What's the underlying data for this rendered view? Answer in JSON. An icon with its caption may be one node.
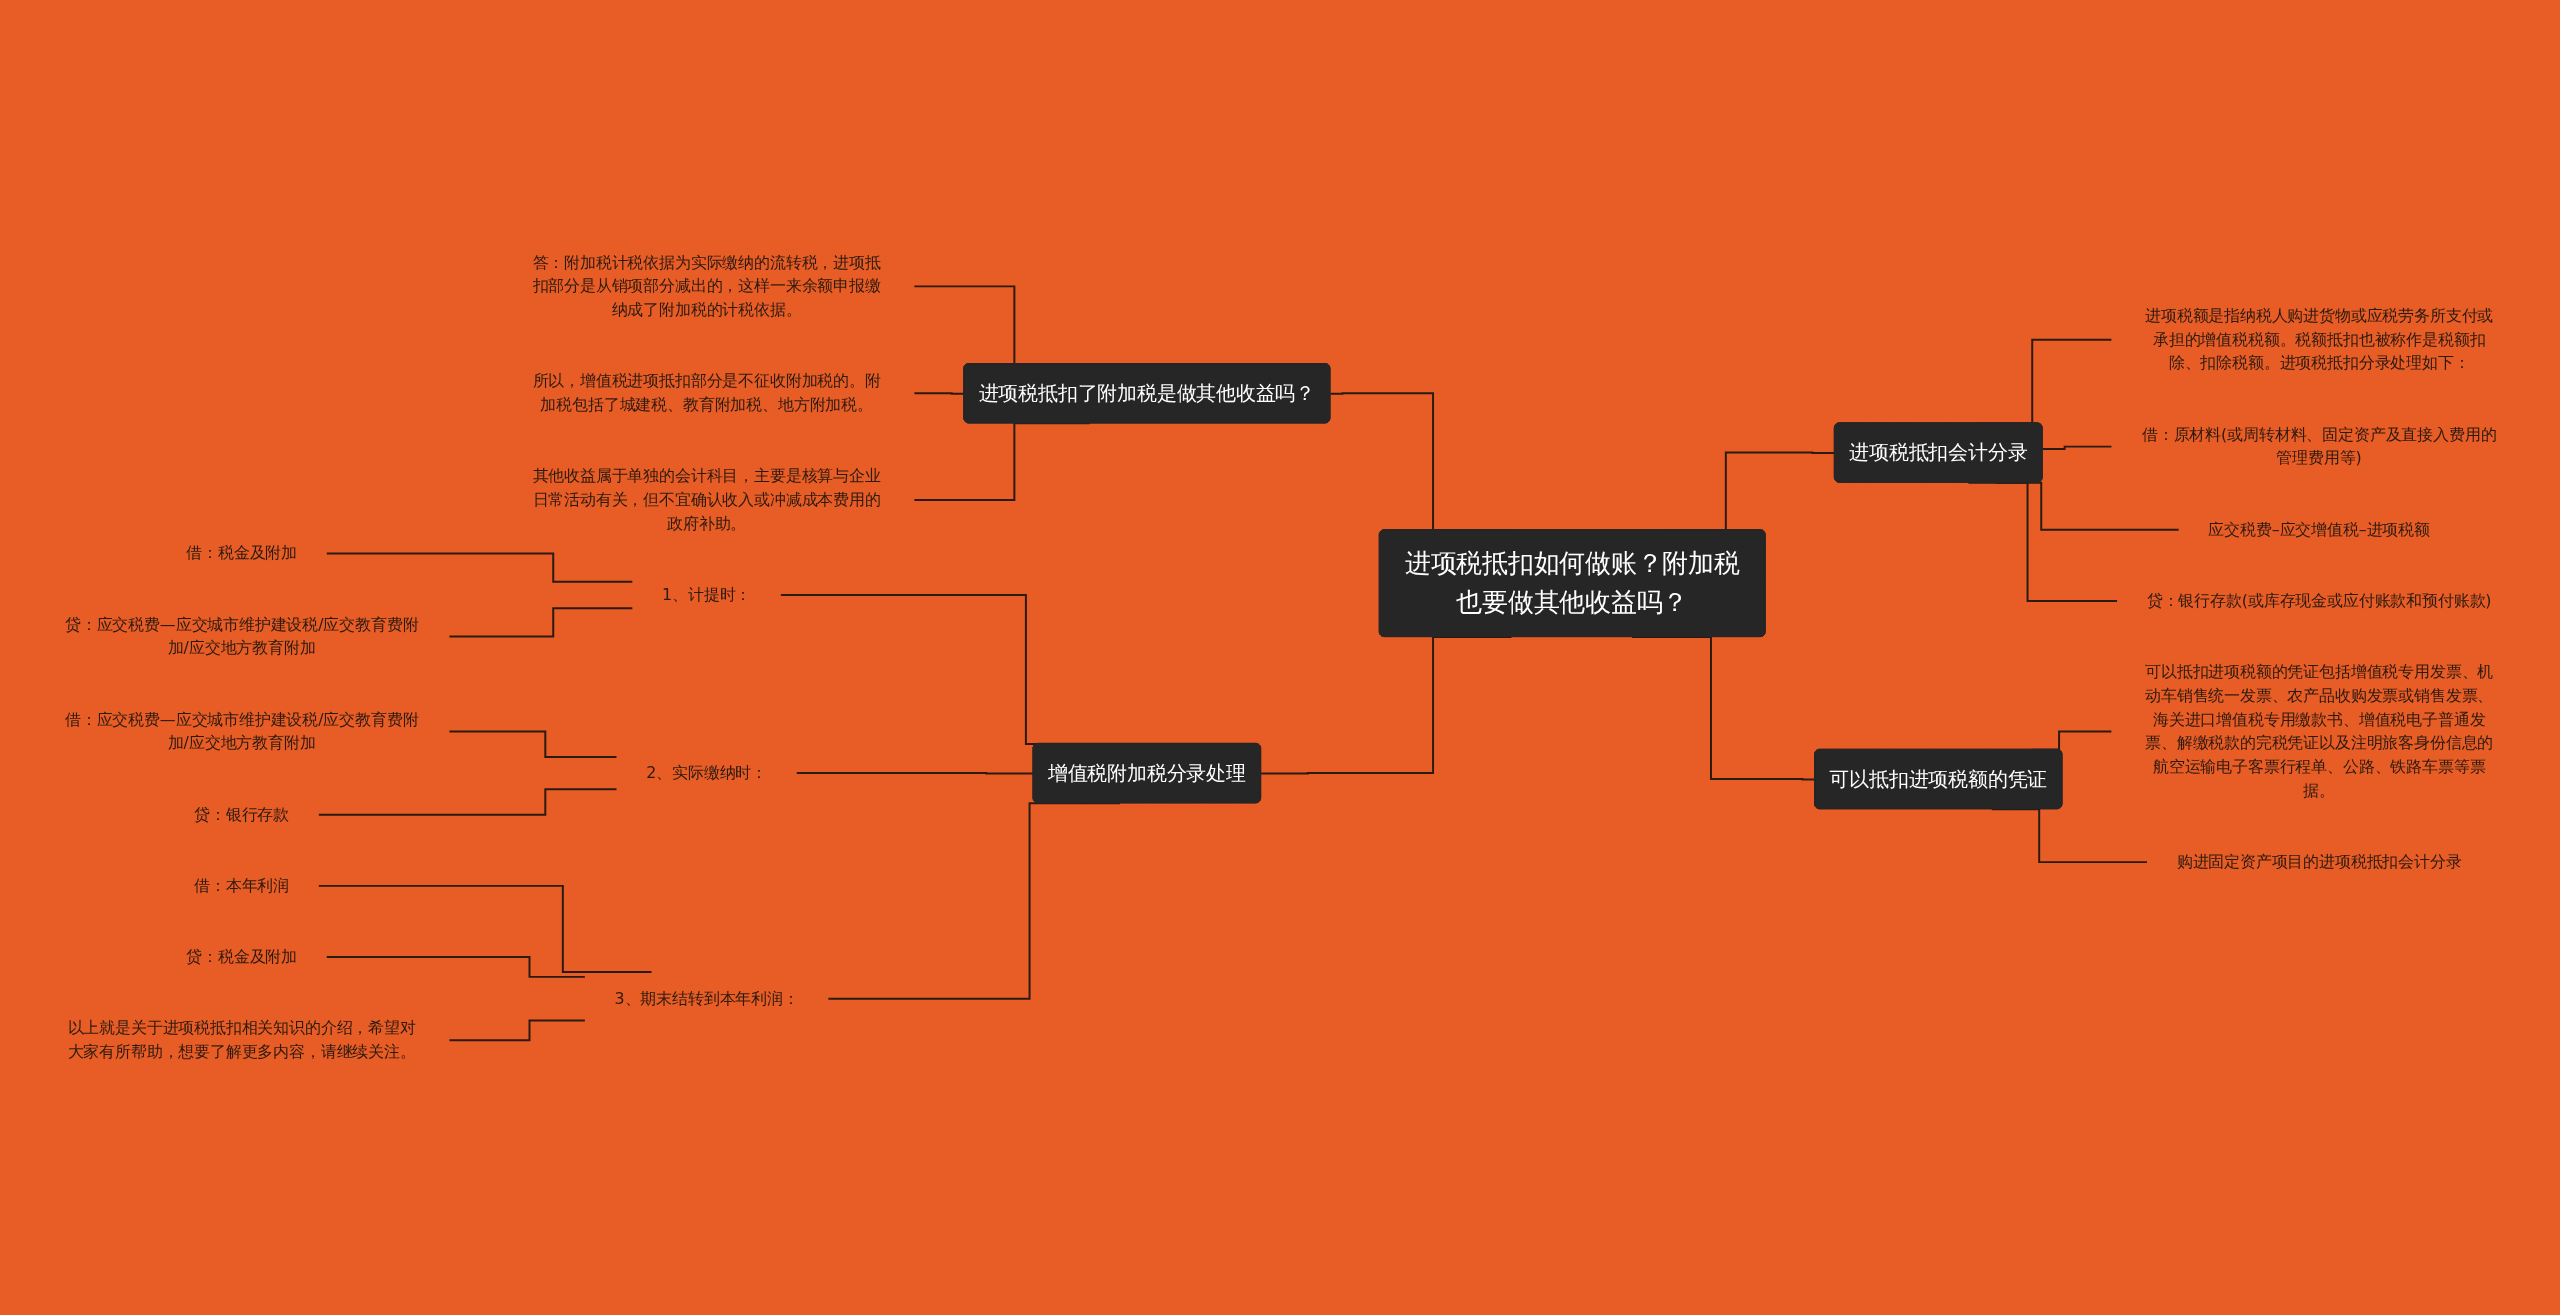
{
  "diagram": {
    "nodes": [
      {
        "text": [
          "进项税抵扣如何做账？附加税也要做其他收益吗？"
        ]
      },
      {
        "text": [
          "进项税抵扣了附加税是做其他收益吗？"
        ]
      },
      {
        "text": [
          "答：附加税计税依据为实际缴纳的流转税，进项抵扣部分是从销项部分减出的，这样一来余额申报缴纳成了附加税的计税依据。"
        ]
      },
      {
        "text": [
          "所以，增值税进项抵扣部分是不征收附加税的。附加税包括了城建税、教育附加税、地方附加税。"
        ]
      },
      {
        "text": [
          "其他收益属于单独的会计科目，主要是核算与企业日常活动有关，但不宜确认收入或冲减成本费用的政府补助。"
        ]
      },
      {
        "text": [
          "增值税附加税分录处理"
        ]
      },
      {
        "text": [
          "1、计提时："
        ]
      },
      {
        "text": [
          "借：税金及附加"
        ]
      },
      {
        "text": [
          "贷：应交税费—应交城市维护建设税/应交教育费附加/应交地方教育附加"
        ]
      },
      {
        "text": [
          "2、实际缴纳时："
        ]
      },
      {
        "text": [
          "借：应交税费—应交城市维护建设税/应交教育费附加/应交地方教育附加"
        ]
      },
      {
        "text": [
          "贷：银行存款"
        ]
      },
      {
        "text": [
          "3、期末结转到本年利润："
        ]
      },
      {
        "text": [
          "借：本年利润"
        ]
      },
      {
        "text": [
          "贷：税金及附加"
        ]
      },
      {
        "text": [
          "以上就是关于进项税抵扣相关知识的介绍，希望对大家有所帮助，想要了解更多内容，请继续关注。"
        ]
      },
      {
        "text": [
          "进项税抵扣会计分录"
        ]
      },
      {
        "text": [
          "进项税额是指纳税人购进货物或应税劳务所支付或承担的增值税税额。税额抵扣也被称作是税额扣除、扣除税额。进项税抵扣分录处理如下："
        ]
      },
      {
        "text": [
          "借：原材料(或周转材料、固定资产及直接入费用的管理费用等)"
        ]
      },
      {
        "text": [
          "应交税费–应交增值税–进项税额"
        ]
      },
      {
        "text": [
          "贷：银行存款(或库存现金或应付账款和预付账款)"
        ]
      },
      {
        "text": [
          "可以抵扣进项税额的凭证"
        ]
      },
      {
        "text": [
          "可以抵扣进项税额的凭证包括增值税专用发票、机动车销售统一发票、农产品收购发票或销售发票、海关进口增值税专用缴款书、增值税电子普通发票、解缴税款的完税凭证以及注明旅客身份信息的航空运输电子客票行程单、公路、铁路车票等票据。"
        ]
      },
      {
        "text": [
          "购进固定资产项目的进项税抵扣会计分录"
        ]
      }
    ],
    "edges": [
      {
        "from": 0,
        "to": 1,
        "arrow": "none"
      },
      {
        "from": 1,
        "to": 2,
        "arrow": "none"
      },
      {
        "from": 1,
        "to": 3,
        "arrow": "none"
      },
      {
        "from": 1,
        "to": 4,
        "arrow": "none"
      },
      {
        "from": 0,
        "to": 5,
        "arrow": "none"
      },
      {
        "from": 5,
        "to": 6,
        "arrow": "none"
      },
      {
        "from": 6,
        "to": 7,
        "arrow": "none"
      },
      {
        "from": 6,
        "to": 8,
        "arrow": "none"
      },
      {
        "from": 5,
        "to": 9,
        "arrow": "none"
      },
      {
        "from": 9,
        "to": 10,
        "arrow": "none"
      },
      {
        "from": 9,
        "to": 11,
        "arrow": "none"
      },
      {
        "from": 5,
        "to": 12,
        "arrow": "none"
      },
      {
        "from": 12,
        "to": 13,
        "arrow": "none"
      },
      {
        "from": 12,
        "to": 14,
        "arrow": "none"
      },
      {
        "from": 12,
        "to": 15,
        "arrow": "none"
      },
      {
        "from": 0,
        "to": 16,
        "arrow": "none"
      },
      {
        "from": 16,
        "to": 17,
        "arrow": "none"
      },
      {
        "from": 16,
        "to": 18,
        "arrow": "none"
      },
      {
        "from": 16,
        "to": 19,
        "arrow": "none"
      },
      {
        "from": 16,
        "to": 20,
        "arrow": "none"
      },
      {
        "from": 0,
        "to": 21,
        "arrow": "none"
      },
      {
        "from": 21,
        "to": 22,
        "arrow": "none"
      },
      {
        "from": 21,
        "to": 23,
        "arrow": "none"
      }
    ]
  }
}
